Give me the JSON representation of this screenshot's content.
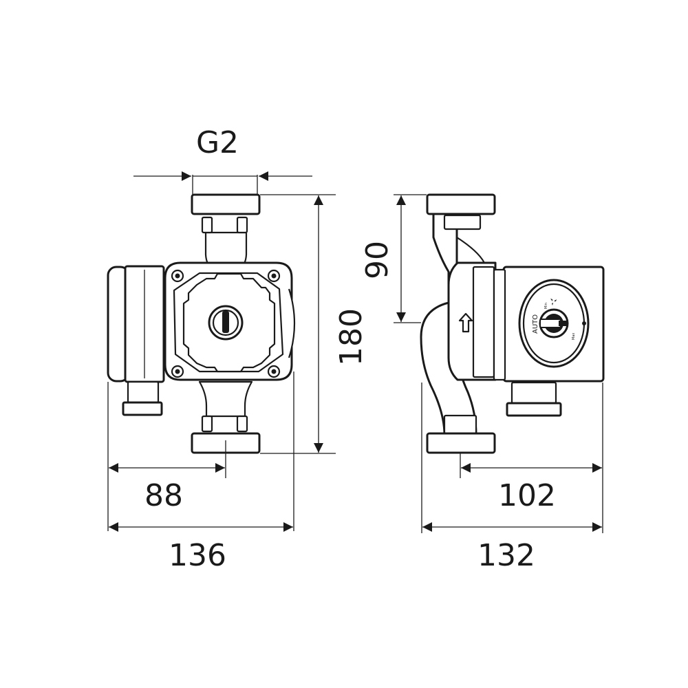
{
  "dimensions": {
    "thread_size": "G2",
    "height": "180",
    "width_front": "136",
    "offset_front": "88",
    "width_side": "132",
    "offset_side": "102",
    "flange_to_motor": "90"
  },
  "control_panel": {
    "mode_label": "AUTO",
    "min_label": "Min",
    "max_label": "Max"
  }
}
